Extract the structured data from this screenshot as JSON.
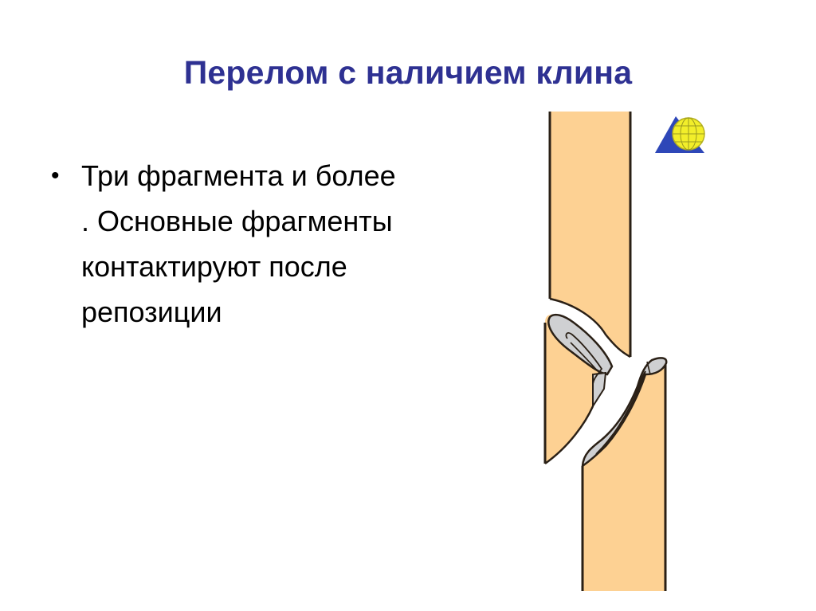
{
  "slide": {
    "title": "Перелом с наличием клина",
    "bullets": [
      {
        "marker": "•",
        "lines": [
          "Три фрагмента и более",
          ". Основные фрагменты",
          "контактируют после",
          "репозиции"
        ]
      }
    ],
    "illustration": {
      "subject": "wedge-fracture-diagram",
      "colors": {
        "bone": "#fdd193",
        "marrow": "#cfd0d2",
        "outline": "#2a2016"
      }
    },
    "logo": {
      "icon": "globe-triangle-logo-icon",
      "colors": {
        "triangle": "#2e47b8",
        "globe": "#f2ee2a",
        "grid": "#9a9a20"
      }
    },
    "colors": {
      "title": "#2e3192",
      "text": "#000000",
      "background": "#ffffff"
    }
  }
}
